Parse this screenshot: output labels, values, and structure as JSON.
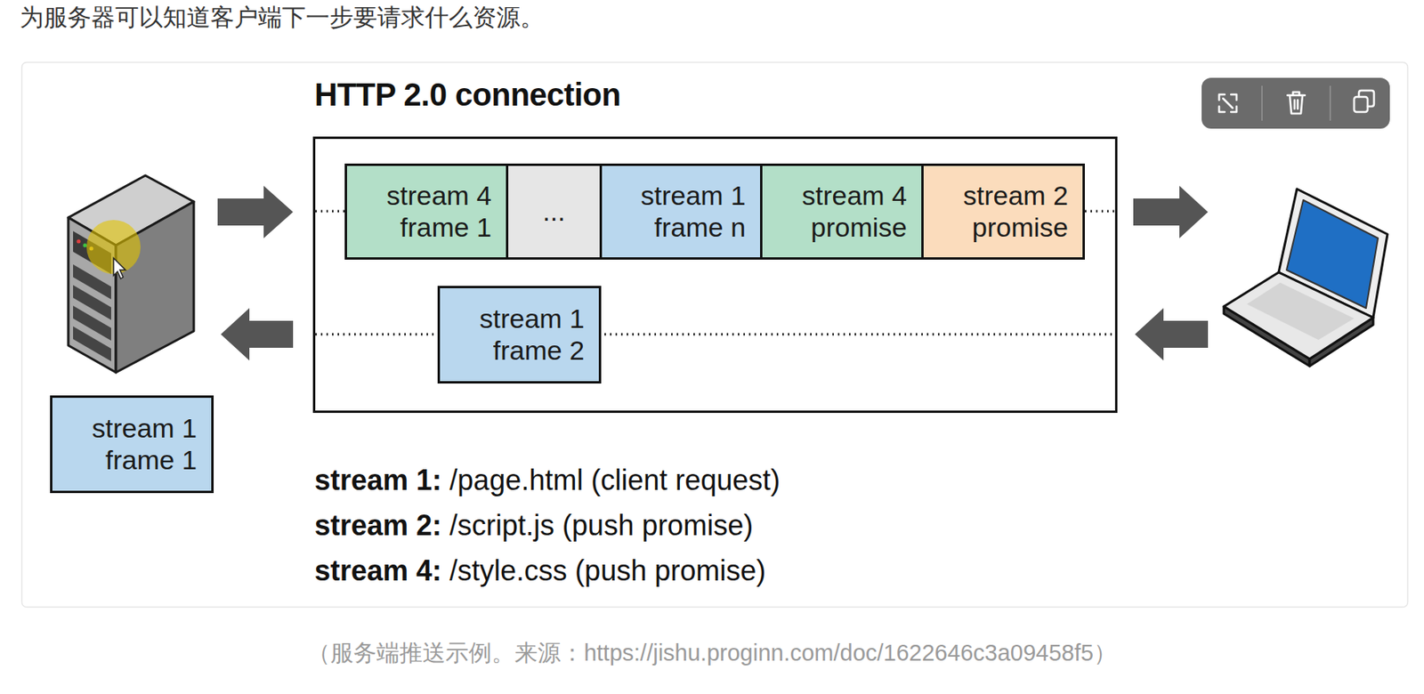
{
  "diagram": {
    "caption": "（服务端推送示例。来源：https://jishu.proginn.com/doc/1622646c3a09458f5）",
    "nodes": [
      {
        "text": [
          "HTTP 2.0 connection"
        ]
      },
      {
        "text": [
          "stream 4 frame 1"
        ],
        "in": 0
      },
      {
        "text": [
          "..."
        ],
        "in": 0
      },
      {
        "text": [
          "stream 1 frame n"
        ],
        "in": 0
      },
      {
        "text": [
          "stream 4 promise"
        ],
        "in": 0
      },
      {
        "text": [
          "stream 2 promise"
        ],
        "in": 0
      },
      {
        "text": [
          "stream 1 frame 2"
        ],
        "in": 0
      },
      {
        "text": [
          "stream 1 frame 1"
        ]
      }
    ],
    "labels": [
      "为服务器可以知道客户端下一步要请求什么资源。",
      "stream 1:",
      "/page.html (client request)",
      "stream 2:",
      "/script.js (push promise)",
      "stream 4:",
      "/style.css (push promise)"
    ]
  }
}
